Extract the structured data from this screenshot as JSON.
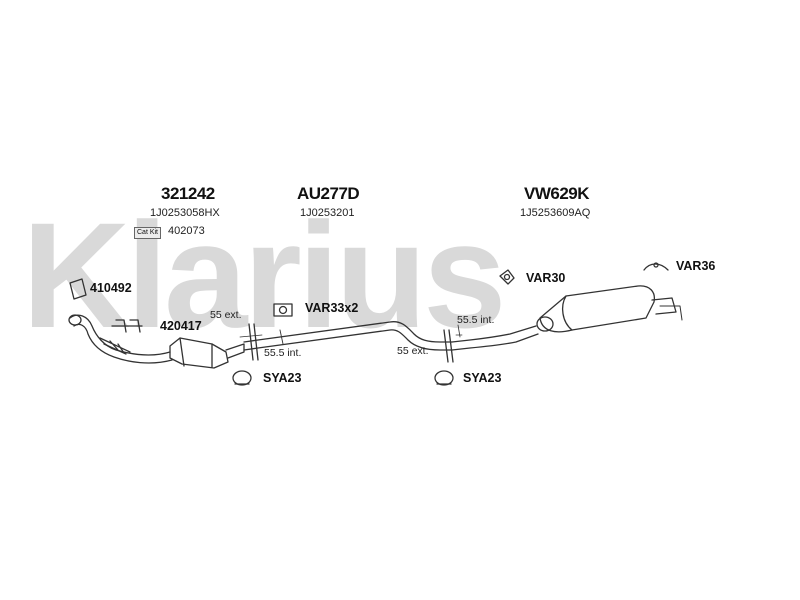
{
  "brand": {
    "watermark": "Klarius"
  },
  "groups": [
    {
      "code": "321242",
      "oem": "1J0253058HX",
      "catkit_label": "Cat Kit",
      "catkit_code": "402073"
    },
    {
      "code": "AU277D",
      "oem": "1J0253201"
    },
    {
      "code": "VW629K",
      "oem": "1J5253609AQ"
    }
  ],
  "parts": {
    "p410492": "410492",
    "p420417": "420417",
    "var33": "VAR33x2",
    "var30": "VAR30",
    "var36": "VAR36",
    "sya_left": "SYA23",
    "sya_right": "SYA23"
  },
  "dimensions": {
    "left_ext": "55 ext.",
    "left_int": "55.5 int.",
    "right_int": "55.5 int.",
    "right_ext": "55 ext."
  },
  "colors": {
    "watermark": "#d9d9d9",
    "line": "#333333",
    "text": "#111111"
  }
}
